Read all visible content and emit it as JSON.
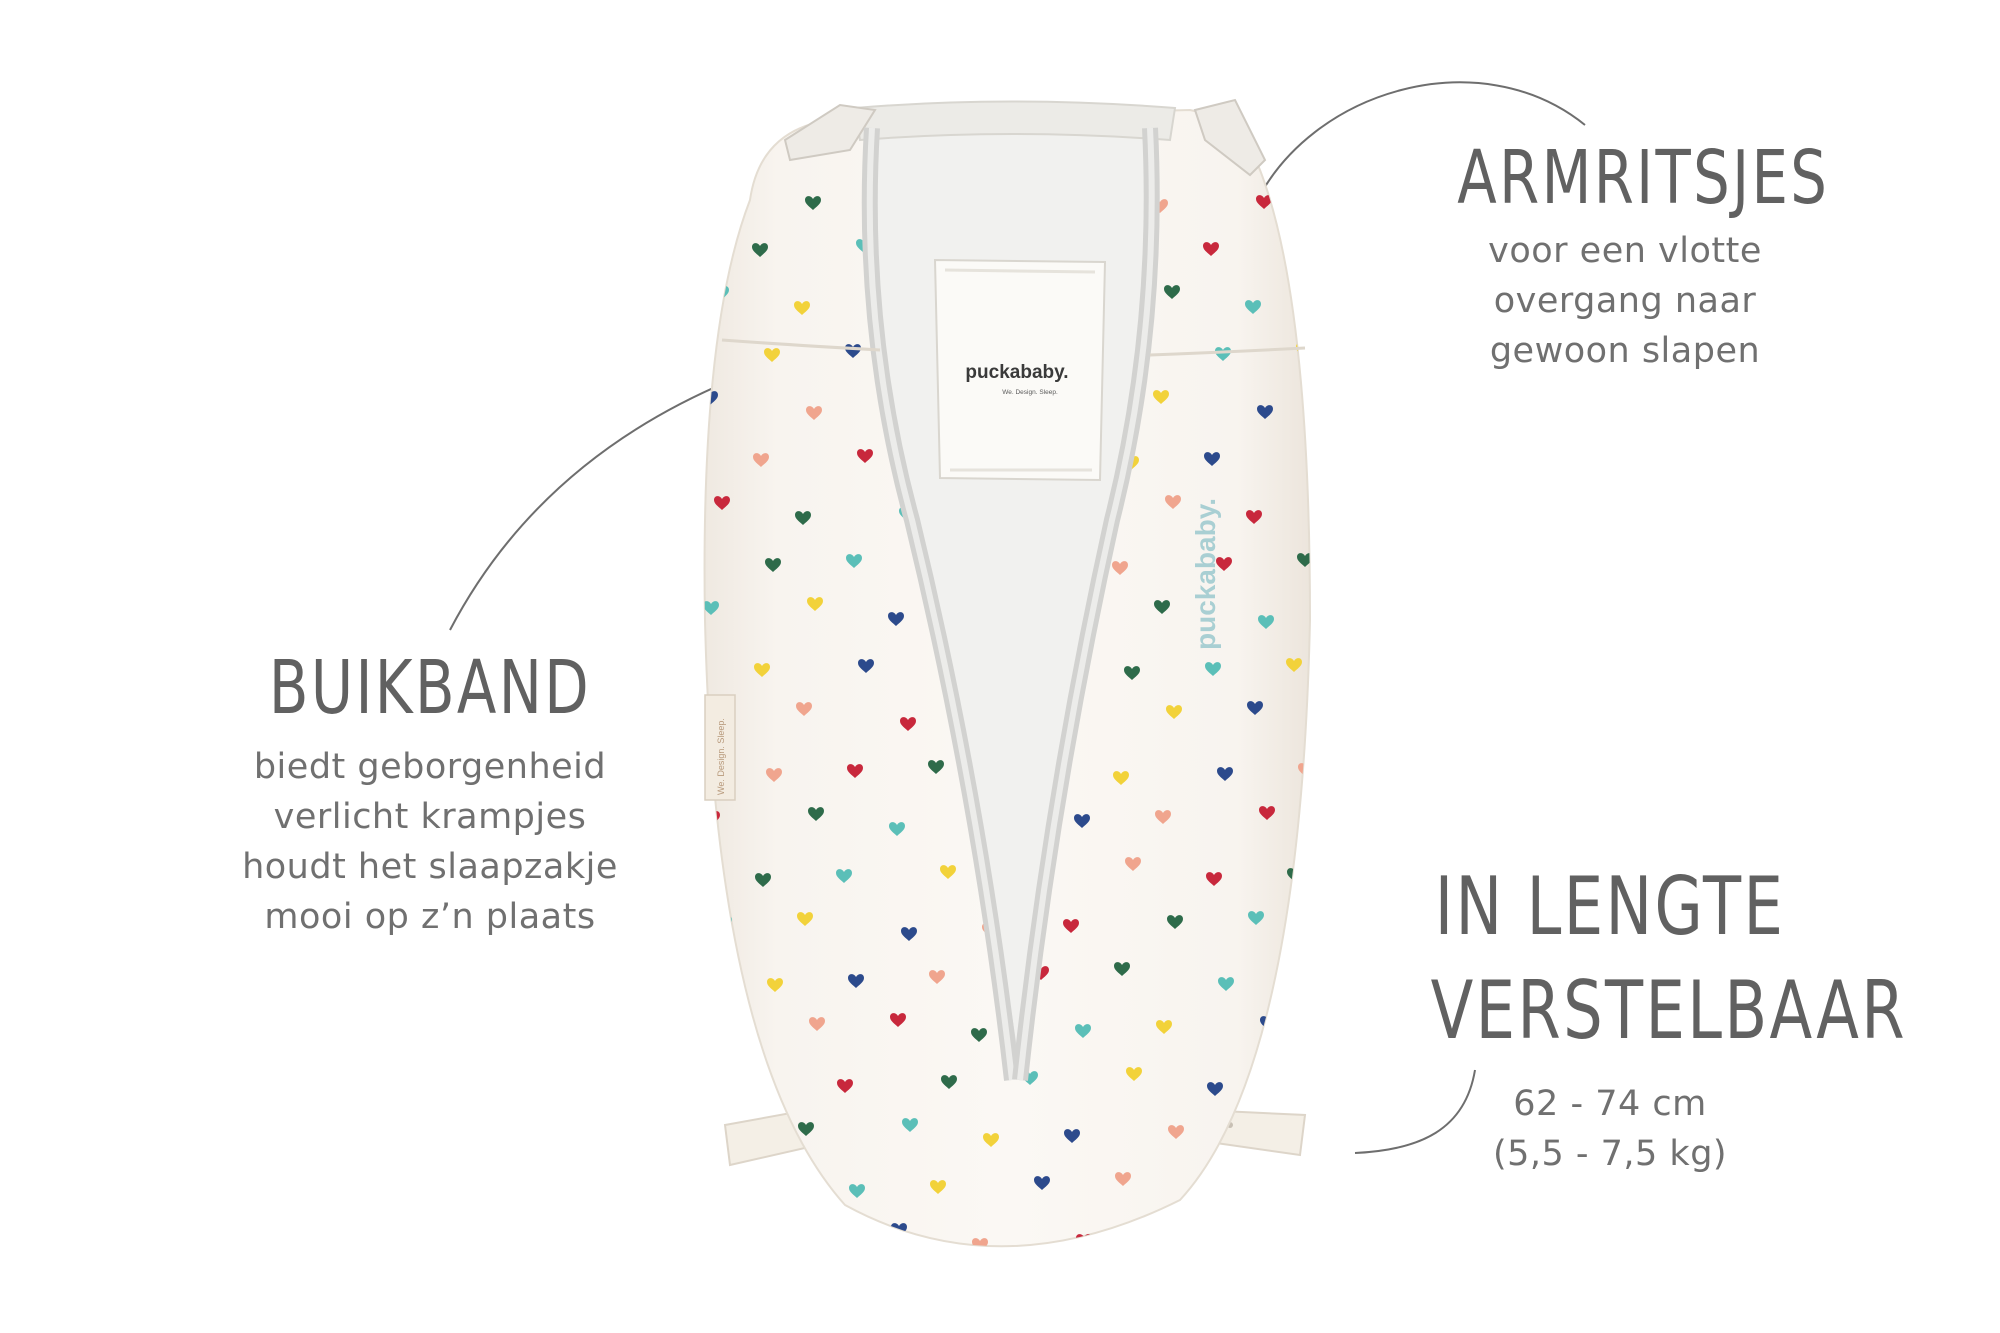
{
  "brand": {
    "logo_text": "puckababy.",
    "tagline": "We. Design. Sleep."
  },
  "features": {
    "armritsjes": {
      "title": "ARMRITSJES",
      "lines": [
        "voor een vlotte",
        "overgang naar",
        "gewoon slapen"
      ]
    },
    "buikband": {
      "title": "BUIKBAND",
      "lines": [
        "biedt geborgenheid",
        "verlicht krampjes",
        "houdt het slaapzakje",
        "mooi op z’n plaats"
      ]
    },
    "lengte": {
      "title_lines": [
        "IN LENGTE",
        "VERSTELBAAR"
      ],
      "lines": [
        "62 - 74 cm",
        "(5,5 - 7,5 kg)"
      ]
    }
  },
  "heart_colors": [
    "#c8283c",
    "#2e6b4a",
    "#5bbfb8",
    "#f2d23a",
    "#2c4a8c",
    "#f0a58e"
  ]
}
